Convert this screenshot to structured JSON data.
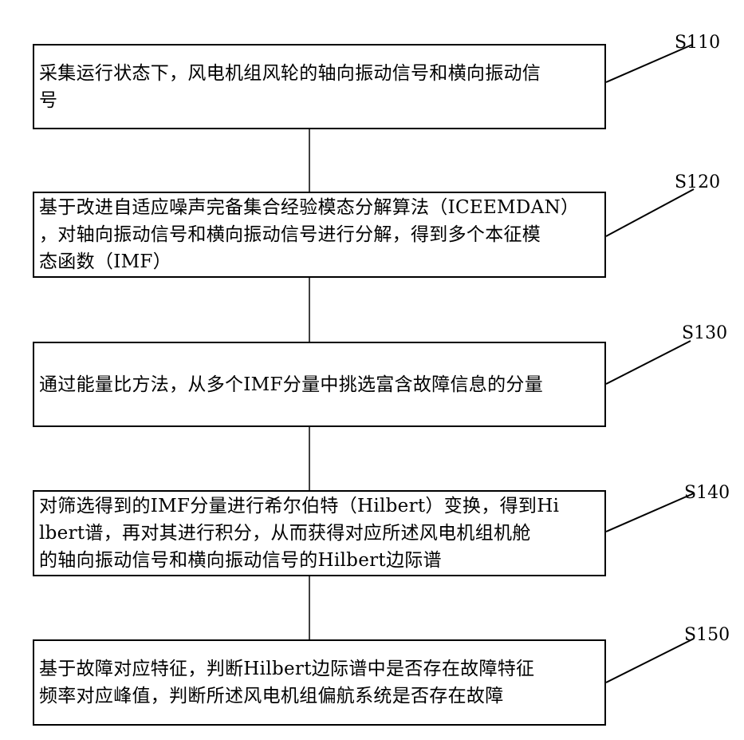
{
  "steps": [
    {
      "label": "S110",
      "text": "采集运行状态下，风电机组风轮的轴向振动信号和横向振动信\n号"
    },
    {
      "label": "S120",
      "text": "基于改进自适应噪声完备集合经验模态分解算法（ICEEMDAN）\n，对轴向振动信号和横向振动信号进行分解，得到多个本征模\n态函数（IMF）"
    },
    {
      "label": "S130",
      "text": "通过能量比方法，从多个IMF分量中挑选富含故障信息的分量"
    },
    {
      "label": "S140",
      "text": "对筛选得到的IMF分量进行希尔伯特（Hilbert）变换，得到Hi\nlbert谱，再对其进行积分，从而获得对应所述风电机组机舱\n的轴向振动信号和横向振动信号的Hilbert边际谱"
    },
    {
      "label": "S150",
      "text": "基于故障对应特征，判断Hilbert边际谱中是否存在故障特征\n频率对应峰值，判断所述风电机组偏航系统是否存在故障"
    }
  ]
}
